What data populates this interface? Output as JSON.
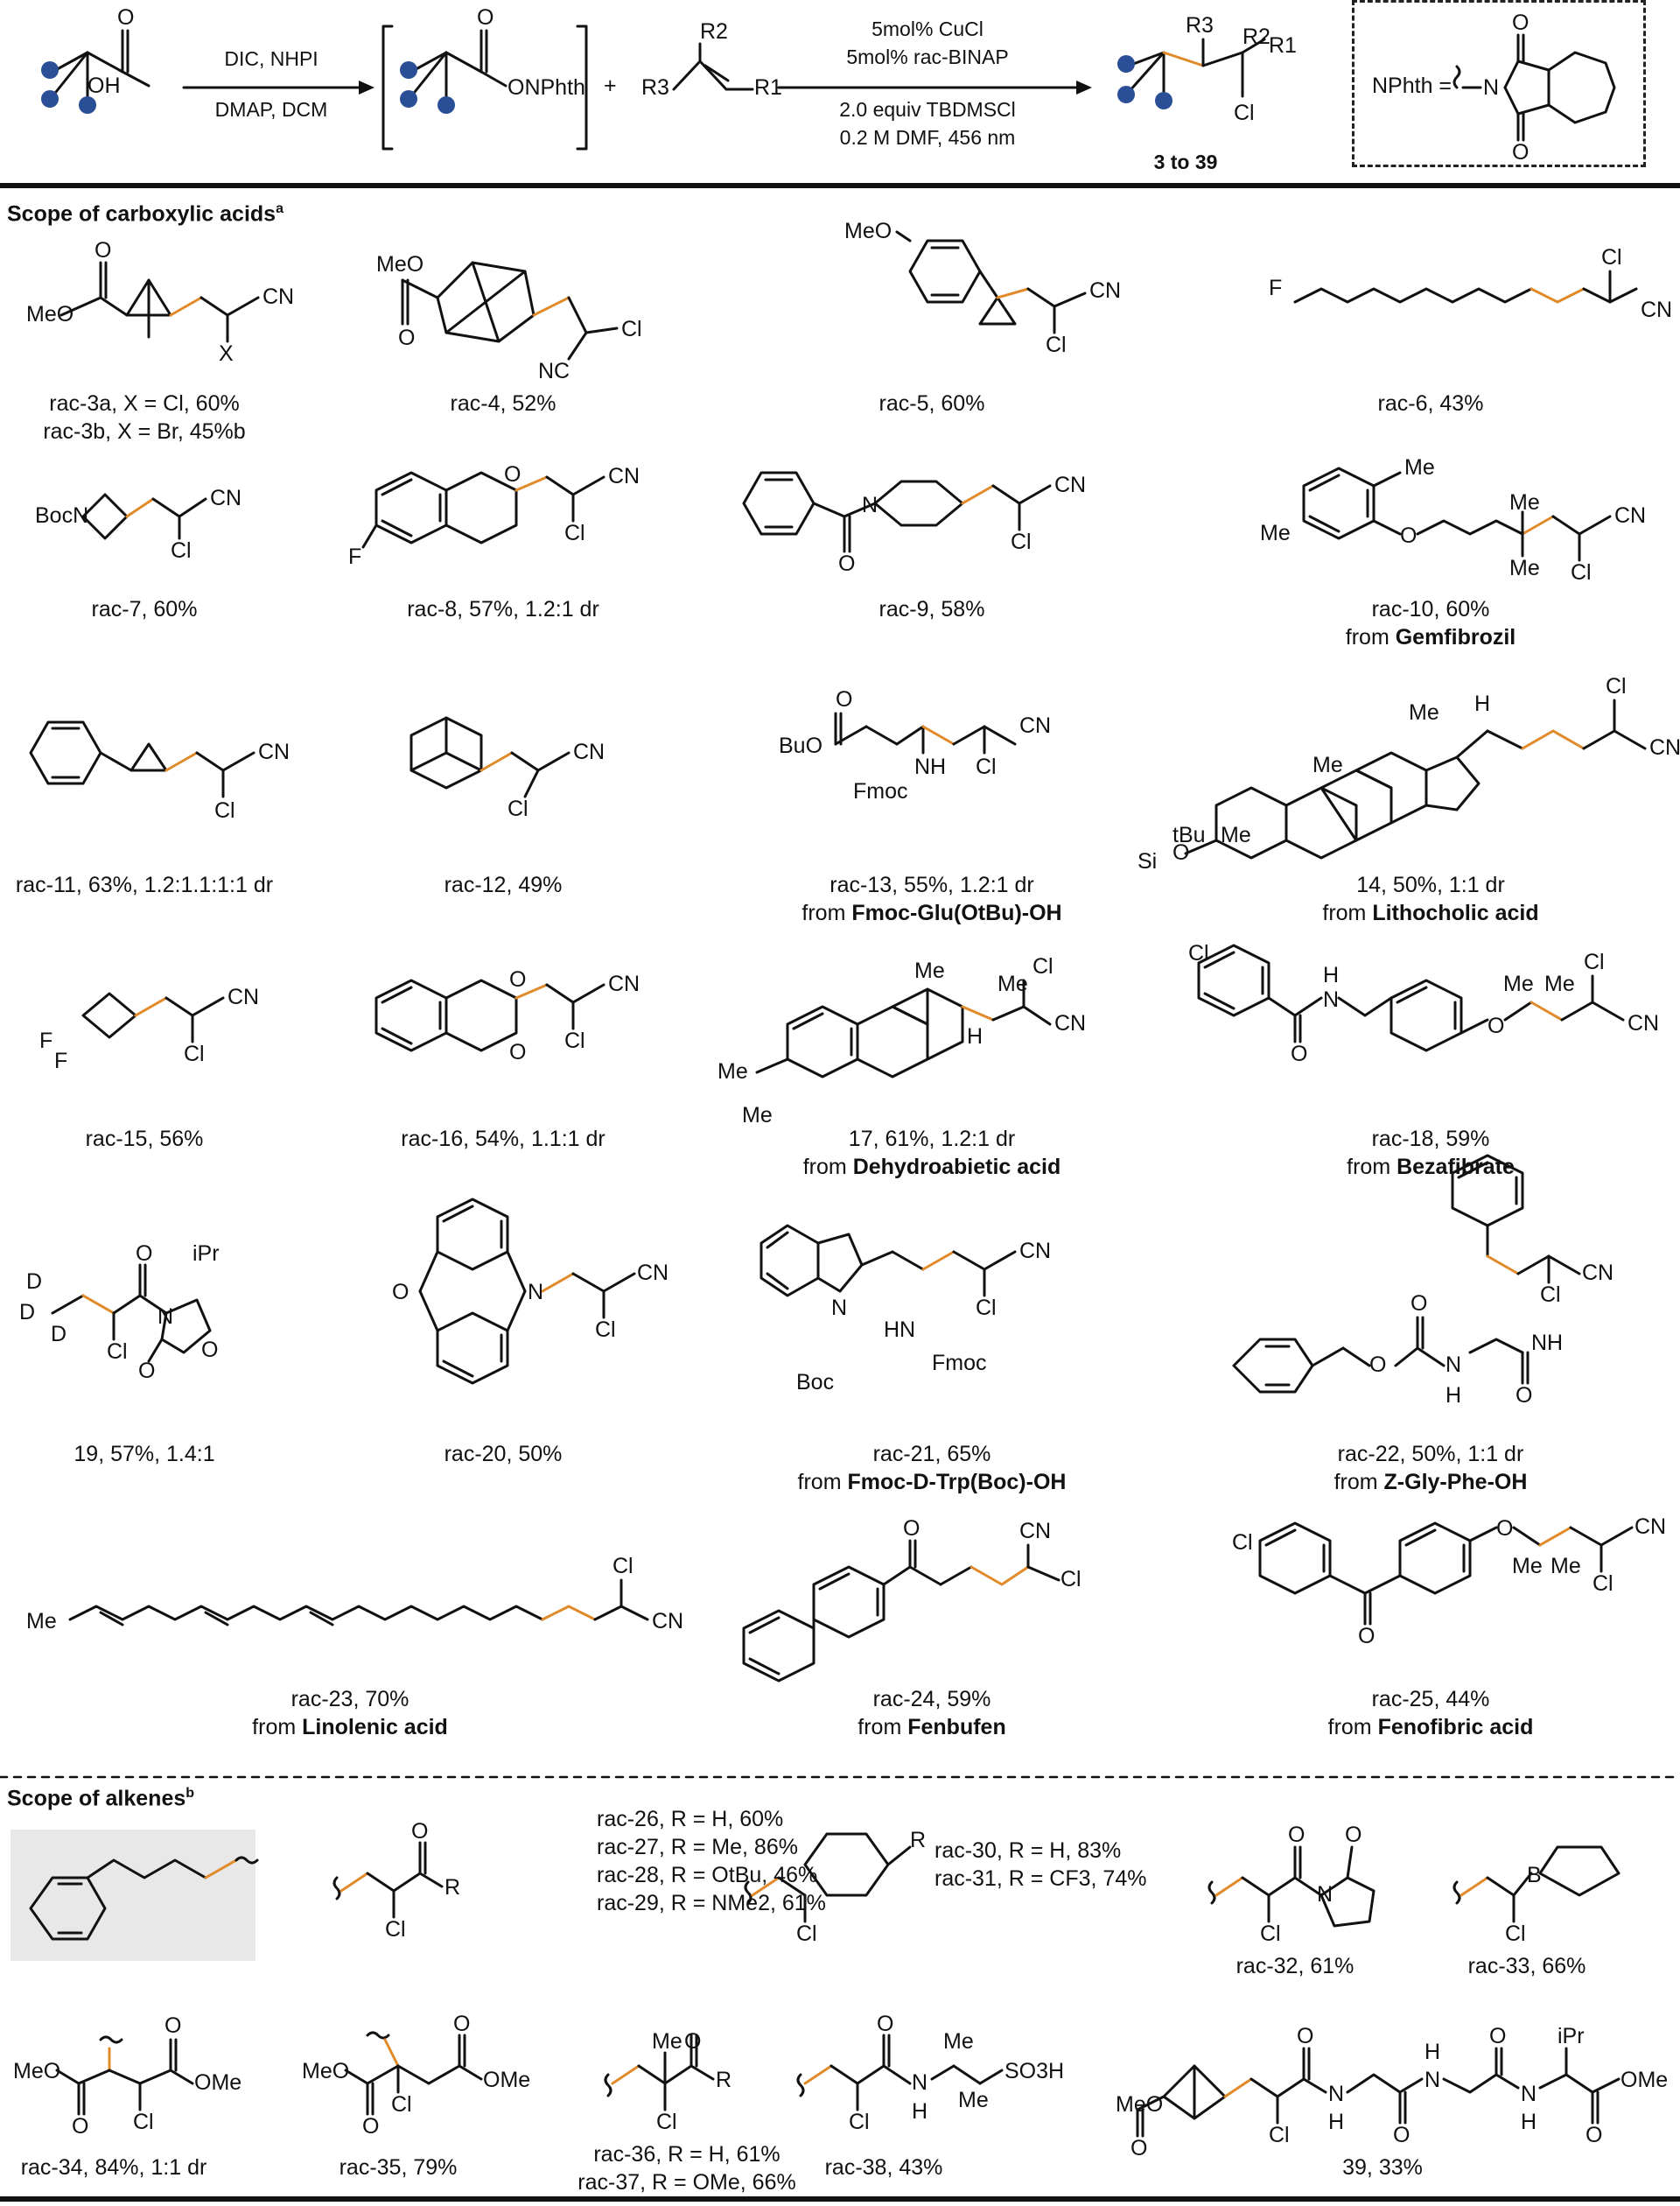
{
  "header": {
    "reagents_1": [
      "DIC, NHPI",
      "DMAP, DCM"
    ],
    "intermediate_label": "ONPhth",
    "plus": "+",
    "conditions_top": [
      "5mol% CuCl",
      "5mol% rac-BINAP"
    ],
    "conditions_bottom": [
      "2.0 equiv TBDMSCl",
      "0.2 M DMF, 456 nm"
    ],
    "product_range": "3 to 39",
    "nphth_def": "NPhth ="
  },
  "sections": {
    "acids_title": "Scope of carboxylic acids",
    "acids_note": "a",
    "alkenes_title": "Scope of alkenes",
    "alkenes_note": "b"
  },
  "acid_compounds": [
    {
      "id": "rac-3a / rac-3b",
      "caption": "rac-3a, X = Cl, 60%",
      "caption2": "rac-3b, X = Br, 45%b",
      "source": ""
    },
    {
      "id": "rac-4",
      "caption": "rac-4, 52%",
      "source": ""
    },
    {
      "id": "rac-5",
      "caption": "rac-5, 60%",
      "source": ""
    },
    {
      "id": "rac-6",
      "caption": "rac-6, 43%",
      "source": ""
    },
    {
      "id": "rac-7",
      "caption": "rac-7, 60%",
      "source": ""
    },
    {
      "id": "rac-8",
      "caption": "rac-8, 57%, 1.2:1 dr",
      "source": ""
    },
    {
      "id": "rac-9",
      "caption": "rac-9, 58%",
      "source": ""
    },
    {
      "id": "rac-10",
      "caption": "rac-10, 60%",
      "source": "Gemfibrozil"
    },
    {
      "id": "rac-11",
      "caption": "rac-11, 63%, 1.2:1.1:1:1 dr",
      "source": ""
    },
    {
      "id": "rac-12",
      "caption": "rac-12, 49%",
      "source": ""
    },
    {
      "id": "rac-13",
      "caption": "rac-13, 55%, 1.2:1 dr",
      "source": "Fmoc-Glu(OtBu)-OH"
    },
    {
      "id": "14",
      "caption": "14, 50%, 1:1 dr",
      "source": "Lithocholic acid"
    },
    {
      "id": "rac-15",
      "caption": "rac-15, 56%",
      "source": ""
    },
    {
      "id": "rac-16",
      "caption": "rac-16, 54%, 1.1:1 dr",
      "source": ""
    },
    {
      "id": "17",
      "caption": "17, 61%, 1.2:1 dr",
      "source": "Dehydroabietic acid"
    },
    {
      "id": "rac-18",
      "caption": "rac-18, 59%",
      "source": "Bezafibrate"
    },
    {
      "id": "19",
      "caption": "19, 57%, 1.4:1",
      "source": ""
    },
    {
      "id": "rac-20",
      "caption": "rac-20, 50%",
      "source": ""
    },
    {
      "id": "rac-21",
      "caption": "rac-21, 65%",
      "source": "Fmoc-D-Trp(Boc)-OH"
    },
    {
      "id": "rac-22",
      "caption": "rac-22, 50%, 1:1 dr",
      "source": "Z-Gly-Phe-OH"
    },
    {
      "id": "rac-23",
      "caption": "rac-23, 70%",
      "source": "Linolenic acid"
    },
    {
      "id": "rac-24",
      "caption": "rac-24, 59%",
      "source": "Fenbufen"
    },
    {
      "id": "rac-25",
      "caption": "rac-25, 44%",
      "source": "Fenofibric acid"
    }
  ],
  "from_word": "from",
  "alkene_compounds": {
    "group_26_29": [
      "rac-26, R = H, 60%",
      "rac-27, R = Me, 86%",
      "rac-28, R = OtBu, 46%",
      "rac-29, R = NMe2, 61%"
    ],
    "group_30_31": [
      "rac-30, R = H, 83%",
      "rac-31, R = CF3, 74%"
    ],
    "c32": "rac-32, 61%",
    "c33": "rac-33, 66%",
    "c34": "rac-34, 84%, 1:1 dr",
    "c35": "rac-35, 79%",
    "group_36_37": [
      "rac-36, R = H, 61%",
      "rac-37, R = OMe, 66%"
    ],
    "c38": "rac-38, 43%",
    "c39": "39, 33%"
  },
  "atoms": {
    "Cl": "Cl",
    "CN": "CN",
    "OH": "OH",
    "MeO": "MeO",
    "O": "O",
    "N": "N",
    "NC": "NC",
    "F": "F",
    "Me": "Me",
    "X": "X",
    "BocN": "BocN",
    "Boc": "Boc",
    "Fmoc": "Fmoc",
    "NH": "NH",
    "H": "H",
    "HN": "HN",
    "D": "D",
    "iPr": "iPr",
    "tBu": "tBu",
    "Si": "Si",
    "BuO": "BuO",
    "SO3H": "SO3H",
    "B": "B",
    "OMe": "OMe",
    "R": "R",
    "R1": "R1",
    "R2": "R2",
    "R3": "R3"
  },
  "colors": {
    "new_bond": "#e08a2a",
    "radical_dot": "#2a4f96",
    "ink": "#111111",
    "highlight_box": "#e8e8e8"
  }
}
